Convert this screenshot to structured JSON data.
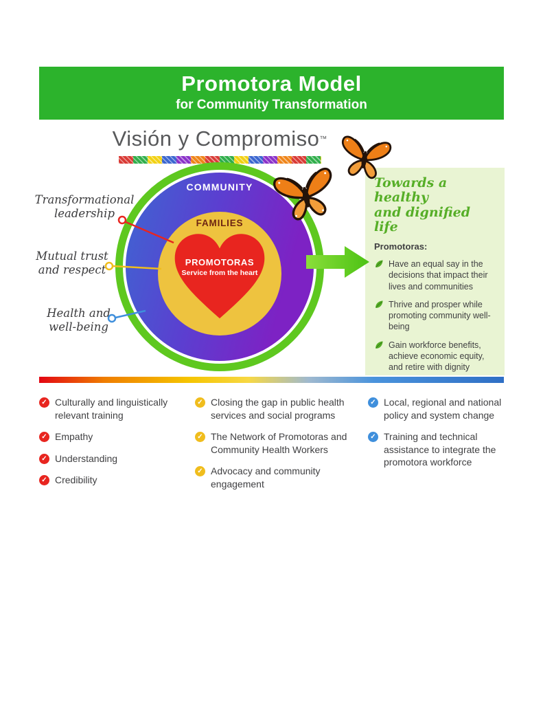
{
  "header": {
    "title": "Promotora Model",
    "subtitle": "for Community Transformation",
    "bg_color": "#2cb32c"
  },
  "brand": {
    "name": "Visión y Compromiso",
    "trademark": "™"
  },
  "diagram": {
    "outer_label": "COMMUNITY",
    "middle_label": "FAMILIES",
    "center_label": "PROMOTORAS",
    "center_sublabel": "Service from the heart",
    "callouts": [
      {
        "text": "Transformational\nleadership",
        "color": "#e8251f"
      },
      {
        "text": "Mutual trust\nand respect",
        "color": "#f0bd1d"
      },
      {
        "text": "Health and\nwell-being",
        "color": "#3f8fdc"
      }
    ]
  },
  "outcomes_panel": {
    "title": "Towards a healthy\nand dignified life",
    "heading": "Promotoras:",
    "accent_color": "#56ae27",
    "bg_color": "#e9f4d3",
    "items": [
      "Have an equal say in the decisions that impact their lives and communities",
      "Thrive and prosper while promoting community well-being",
      "Gain workforce benefits, achieve economic equity, and retire with dignity"
    ]
  },
  "lists": [
    {
      "accent_color": "#e8251f",
      "items": [
        "Culturally and linguistically relevant training",
        "Empathy",
        "Understanding",
        "Credibility"
      ]
    },
    {
      "accent_color": "#f0bd1d",
      "items": [
        "Closing the gap in public health services and social programs",
        "The Network of Promotoras and Community Health Workers",
        "Advocacy and community engagement"
      ]
    },
    {
      "accent_color": "#3f8fdc",
      "items": [
        "Local, regional and national policy and system change",
        "Training and technical assistance to integrate the promotora workforce"
      ]
    }
  ]
}
